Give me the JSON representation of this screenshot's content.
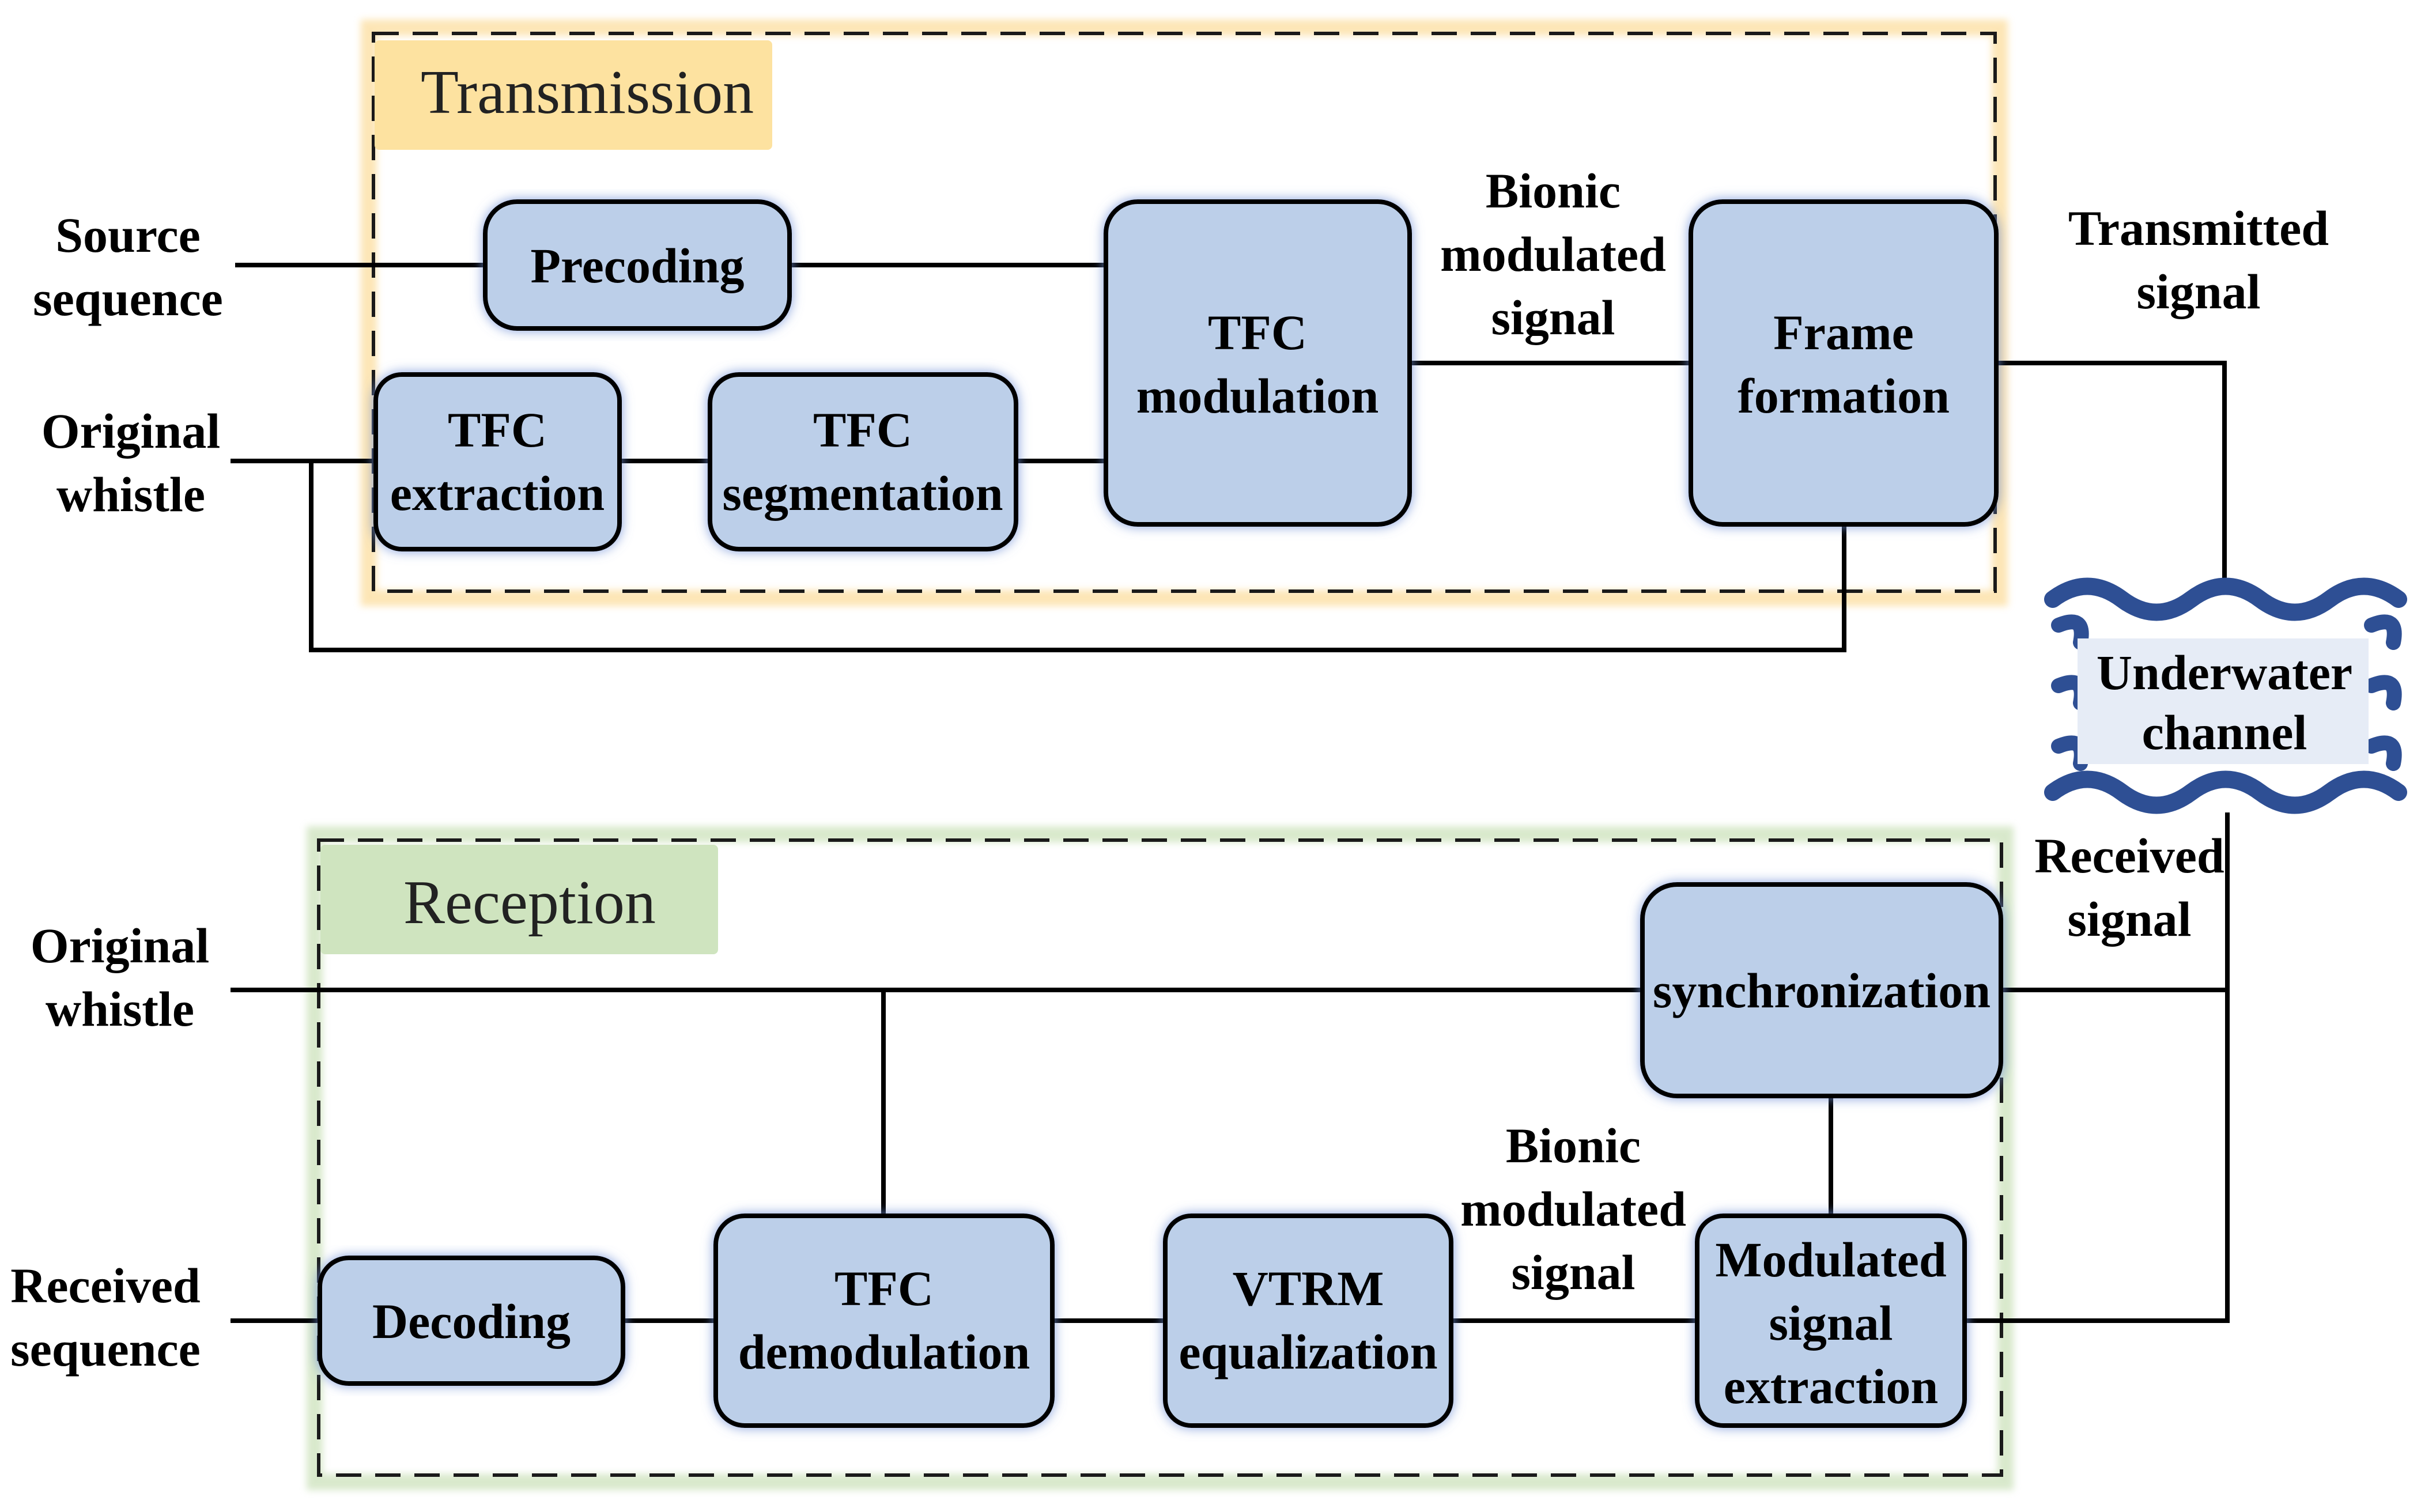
{
  "sections": {
    "transmission": "Transmission",
    "reception": "Reception"
  },
  "colors": {
    "box_fill": "#bccfe9",
    "transmission_frame": "#fbd17a",
    "transmission_label_bg": "#fde2a0",
    "reception_frame": "#b9d7a2",
    "reception_label_bg": "#cfe4bf",
    "channel_wave": "#2e4f94",
    "channel_label_bg": "#e6ecf6"
  },
  "inputs": {
    "source_sequence": [
      "Source",
      "sequence"
    ],
    "original_whistle_tx": [
      "Original",
      "whistle"
    ],
    "original_whistle_rx": [
      "Original",
      "whistle"
    ],
    "received_sequence": [
      "Received",
      "sequence"
    ]
  },
  "edge_labels": {
    "bionic_tx": [
      "Bionic",
      "modulated",
      "signal"
    ],
    "transmitted_signal": [
      "Transmitted",
      "signal"
    ],
    "received_signal": [
      "Received",
      "signal"
    ],
    "bionic_rx": [
      "Bionic",
      "modulated",
      "signal"
    ]
  },
  "blocks": {
    "precoding": [
      "Precoding"
    ],
    "tfc_extraction": [
      "TFC",
      "extraction"
    ],
    "tfc_segmentation": [
      "TFC",
      "segmentation"
    ],
    "tfc_modulation": [
      "TFC",
      "modulation"
    ],
    "frame_formation": [
      "Frame",
      "formation"
    ],
    "underwater_channel": [
      "Underwater",
      "channel"
    ],
    "synchronization": [
      "synchronization"
    ],
    "modulated_signal_extraction": [
      "Modulated",
      "signal",
      "extraction"
    ],
    "vtrm_equalization": [
      "VTRM",
      "equalization"
    ],
    "tfc_demodulation": [
      "TFC",
      "demodulation"
    ],
    "decoding": [
      "Decoding"
    ]
  }
}
